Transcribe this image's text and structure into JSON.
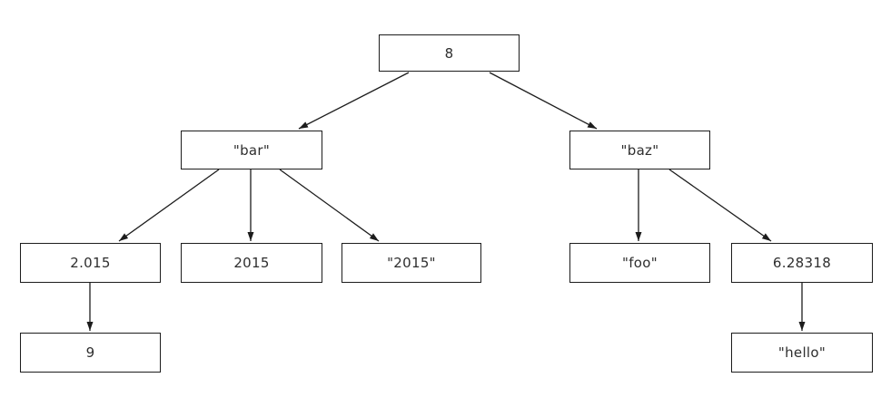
{
  "diagram": {
    "type": "tree",
    "background_color": "#ffffff",
    "node_border_color": "#1c1c1c",
    "node_fill_color": "#ffffff",
    "text_color": "#2e2e2e",
    "arrow_color": "#1c1c1c",
    "nodes": [
      {
        "id": "root",
        "label": "8"
      },
      {
        "id": "bar",
        "label": "\"bar\""
      },
      {
        "id": "baz",
        "label": "\"baz\""
      },
      {
        "id": "float-2015",
        "label": "2.015"
      },
      {
        "id": "int-2015",
        "label": "2015"
      },
      {
        "id": "str-2015",
        "label": "\"2015\""
      },
      {
        "id": "foo",
        "label": "\"foo\""
      },
      {
        "id": "tau",
        "label": "6.28318"
      },
      {
        "id": "nine",
        "label": "9"
      },
      {
        "id": "hello",
        "label": "\"hello\""
      }
    ],
    "edges": [
      {
        "from": "root",
        "to": "bar"
      },
      {
        "from": "root",
        "to": "baz"
      },
      {
        "from": "bar",
        "to": "float-2015"
      },
      {
        "from": "bar",
        "to": "int-2015"
      },
      {
        "from": "bar",
        "to": "str-2015"
      },
      {
        "from": "baz",
        "to": "foo"
      },
      {
        "from": "baz",
        "to": "tau"
      },
      {
        "from": "float-2015",
        "to": "nine"
      },
      {
        "from": "tau",
        "to": "hello"
      }
    ]
  }
}
